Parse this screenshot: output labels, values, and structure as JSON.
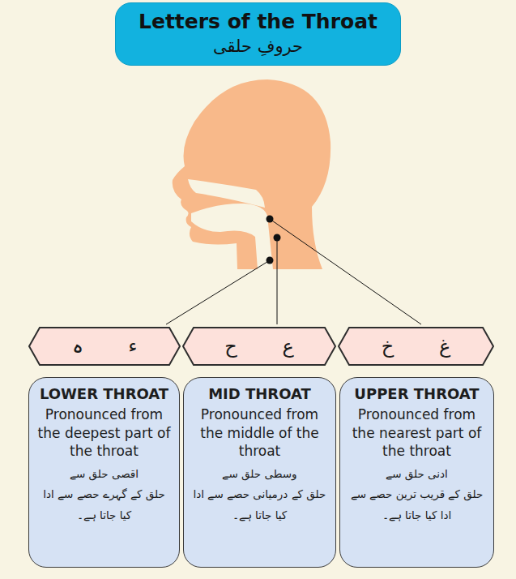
{
  "diagram": {
    "title": "Letters of the Throat",
    "nodes": [
      {
        "text": [
          "ء ہ"
        ]
      },
      {
        "text": [
          "ع ح"
        ]
      },
      {
        "text": [
          "غ خ"
        ]
      },
      {
        "text": [
          "LOWER THROAT",
          "Pronounced from the deepest part of the throat",
          "اقصی حلق سے",
          "حلق کے گہرے حصے سے ادا کیا جاتا ہے۔"
        ]
      },
      {
        "text": [
          "MID THROAT",
          "Pronounced from the middle of the throat",
          "وسطی حلق سے",
          "حلق کے درمیانی حصے سے ادا کیا جاتا ہے۔"
        ]
      },
      {
        "text": [
          "UPPER THROAT",
          "Pronounced from the nearest part of the throat",
          "ادنی حلق سے",
          "حلق کے قریب ترین حصے سے ادا کیا جاتا ہے۔"
        ]
      }
    ],
    "labels": [
      "حروفِ حلقی"
    ]
  }
}
